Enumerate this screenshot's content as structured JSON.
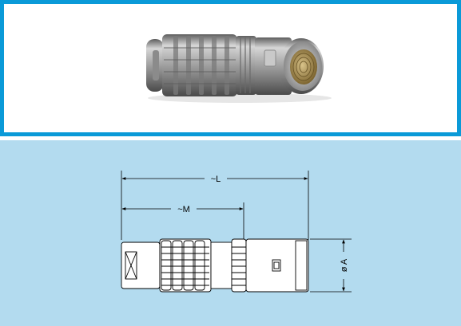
{
  "dimensions": {
    "overall_length": "~L",
    "body_length": "~M",
    "diameter": "ø A"
  },
  "colors": {
    "frame_blue": "#0a9ad8",
    "drawing_bg": "#b3dbef",
    "metal_light": "#b9b9b9",
    "metal_dark": "#7a7a7a",
    "contact_gold": "#b08d4a"
  }
}
